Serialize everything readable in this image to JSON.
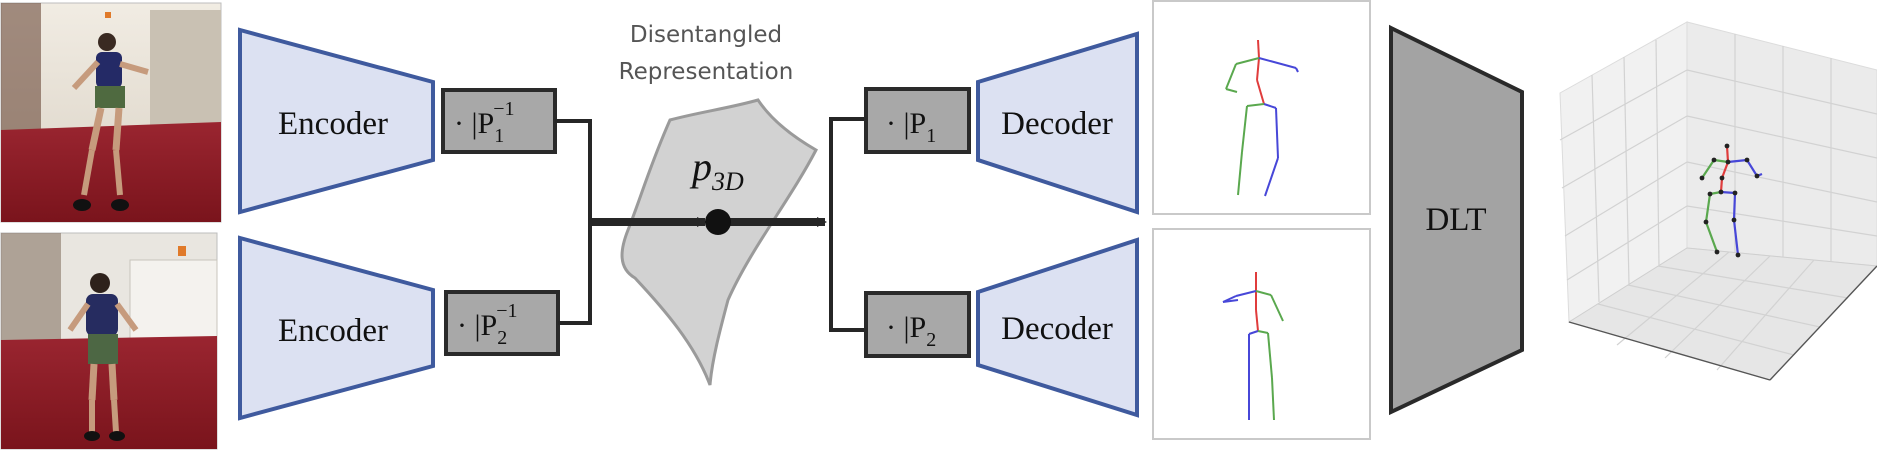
{
  "encoders": [
    {
      "label": "Encoder",
      "projection_label": "· |P",
      "projection_sub": "1",
      "projection_sup": "−1"
    },
    {
      "label": "Encoder",
      "projection_label": "· |P",
      "projection_sub": "2",
      "projection_sup": "−1"
    }
  ],
  "latent": {
    "caption_line1": "Disentangled",
    "caption_line2": "Representation",
    "symbol": "p",
    "symbol_sub": "3D"
  },
  "decoders": [
    {
      "label": "Decoder",
      "projection_label": "· |P",
      "projection_sub": "1"
    },
    {
      "label": "Decoder",
      "projection_label": "· |P",
      "projection_sub": "2"
    }
  ],
  "dlt": {
    "label": "DLT"
  },
  "colors": {
    "trapezoid_fill": "#dce1f2",
    "trapezoid_stroke": "#3f5a9e",
    "box_fill": "#a8a8a8",
    "box_stroke": "#2a2a2a",
    "latent_fill": "#d2d2d2",
    "latent_stroke": "#9a9a9a",
    "arrow": "#262626",
    "dlt_fill": "#a3a3a3",
    "left_limb": "#5aa84e",
    "right_limb": "#4747d8",
    "spine": "#e03c3c",
    "floor": "#8c1c24",
    "wall": "#ece6dc"
  }
}
